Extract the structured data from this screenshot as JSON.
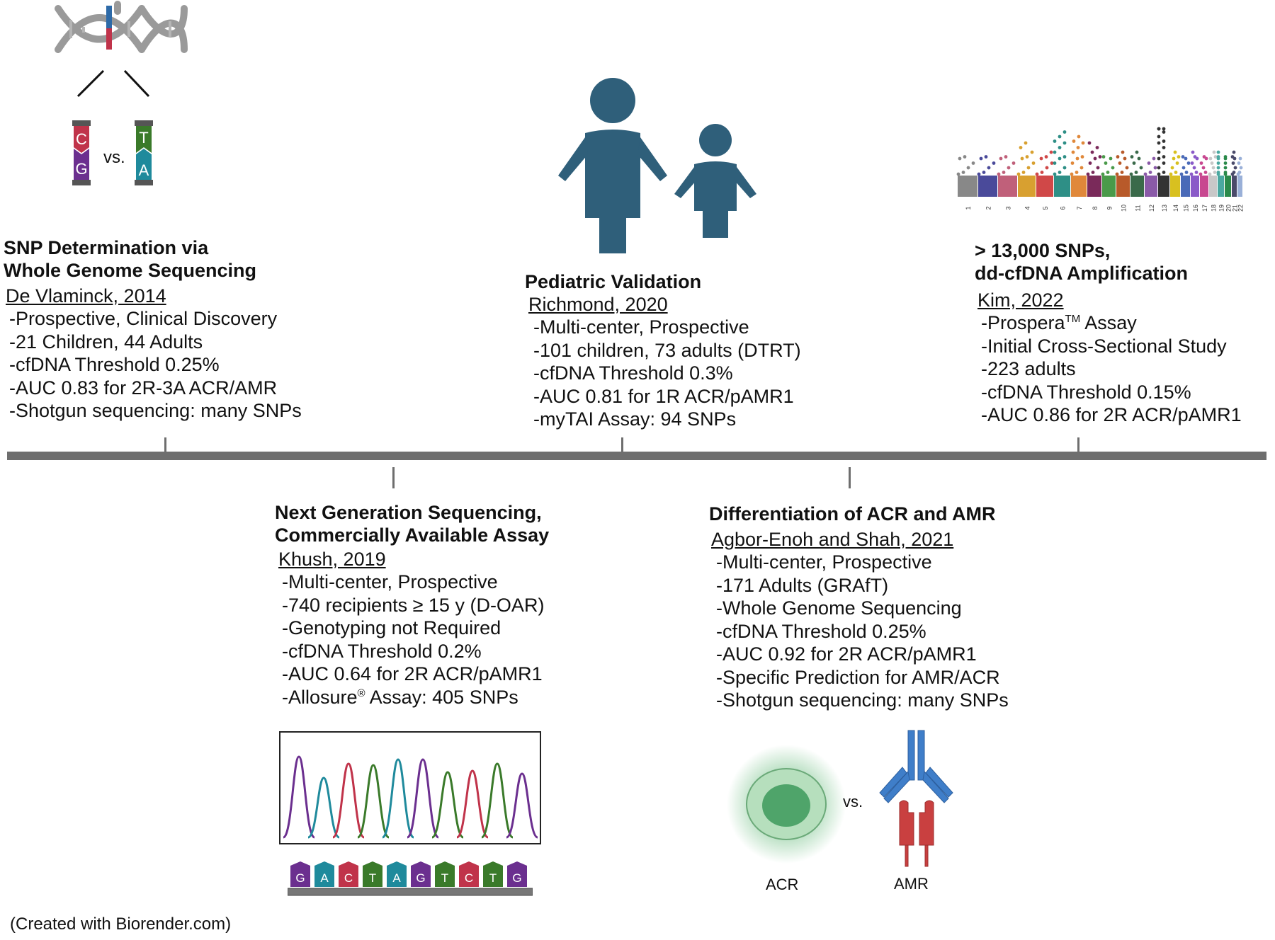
{
  "events": [
    {
      "title": [
        "SNP Determination via",
        "Whole Genome Sequencing"
      ],
      "author": "De Vlaminck, 2014",
      "items": [
        "-Prospective, Clinical Discovery",
        "-21 Children, 44 Adults",
        "-cfDNA Threshold 0.25%",
        "-AUC 0.83 for 2R-3A ACR/AMR",
        "-Shotgun sequencing: many SNPs"
      ]
    },
    {
      "title": [
        "Next Generation Sequencing,",
        "Commercially Available Assay"
      ],
      "author": "Khush, 2019",
      "items": [
        "-Multi-center, Prospective",
        "-740 recipients ≥ 15 y (D-OAR)",
        "-Genotyping not Required",
        "-cfDNA Threshold 0.2%",
        "-AUC 0.64 for 2R ACR/pAMR1"
      ],
      "assay_prefix": "-Allosure",
      "assay_mark": "®",
      "assay_suffix": " Assay: 405 SNPs"
    },
    {
      "title": [
        "Pediatric Validation"
      ],
      "author": "Richmond, 2020",
      "items": [
        "-Multi-center, Prospective",
        "-101 children, 73 adults (DTRT)",
        "-cfDNA Threshold 0.3%",
        "-AUC 0.81 for 1R ACR/pAMR1",
        "-myTAI Assay: 94 SNPs"
      ]
    },
    {
      "title": [
        "Differentiation of ACR and AMR"
      ],
      "author": "Agbor-Enoh and Shah, 2021",
      "items": [
        "-Multi-center, Prospective",
        "-171 Adults (GRAfT)",
        "-Whole Genome Sequencing",
        "-cfDNA Threshold 0.25%",
        "-AUC 0.92 for 2R ACR/pAMR1",
        "-Specific Prediction for AMR/ACR",
        "-Shotgun sequencing: many SNPs"
      ]
    },
    {
      "title": [
        "> 13,000 SNPs,",
        "dd-cfDNA Amplification"
      ],
      "author": "Kim, 2022",
      "assay_prefix": "-Prospera",
      "assay_mark": "TM",
      "assay_suffix": " Assay",
      "items": [
        " -Initial Cross-Sectional Study",
        "-223 adults",
        "-cfDNA Threshold 0.15%",
        "-AUC 0.86 for 2R ACR/pAMR1"
      ]
    }
  ],
  "snp_labels": {
    "left_top": "C",
    "left_bottom": "G",
    "right_top": "T",
    "right_bottom": "A",
    "vs": "vs."
  },
  "sequence_bases": [
    "G",
    "A",
    "C",
    "T",
    "A",
    "G",
    "T",
    "C",
    "T",
    "G"
  ],
  "manhattan_chromosomes": [
    "1",
    "2",
    "3",
    "4",
    "5",
    "6",
    "7",
    "8",
    "9",
    "10",
    "11",
    "12",
    "13",
    "14",
    "15",
    "16",
    "17",
    "18",
    "19",
    "20",
    "21",
    "22"
  ],
  "rejection_labels": {
    "acr": "ACR",
    "amr": "AMR",
    "vs": "vs."
  },
  "footnote": "(Created with Biorender.com)",
  "colors": {
    "timeline": "#6e6e6e",
    "person": "#2f5f7a",
    "base_C": "#c0334a",
    "base_G": "#6b2f8f",
    "base_T": "#3a7a2a",
    "base_A": "#1f8a9c",
    "cell": "#7cc48e",
    "antibody_blue": "#3f7ec9",
    "antibody_red": "#c94040"
  },
  "icons": [
    "dna-helix-icon",
    "person-adult-icon",
    "person-child-icon",
    "chromatogram-icon",
    "manhattan-plot-icon",
    "cell-icon",
    "antibody-receptor-icon"
  ]
}
